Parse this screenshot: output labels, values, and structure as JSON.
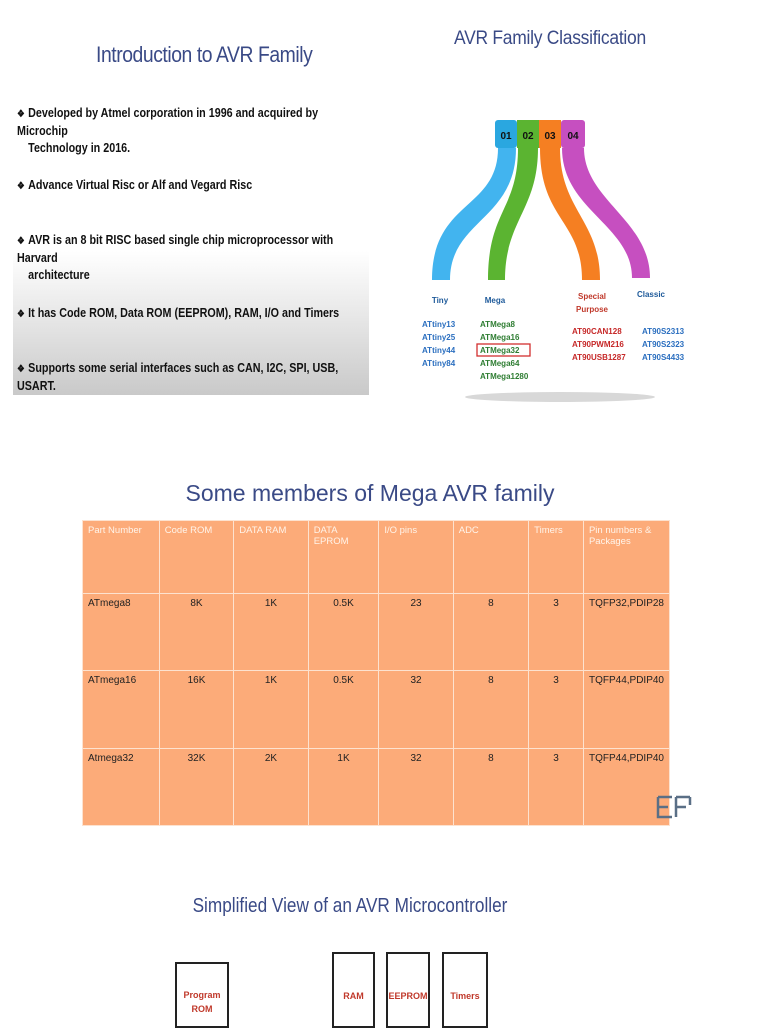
{
  "intro": {
    "title": "Introduction to AVR Family",
    "bullets": [
      {
        "line1": "Developed by Atmel corporation in 1996 and acquired by Microchip",
        "line2": "Technology in 2016."
      },
      {
        "line1": "Advance Virtual Risc or Alf and Vegard Risc",
        "line2": ""
      },
      {
        "line1": "AVR is an 8 bit RISC based single chip microprocessor with Harvard",
        "line2": "architecture"
      },
      {
        "line1": "It has Code ROM, Data ROM (EEPROM), RAM, I/O and Timers",
        "line2": ""
      },
      {
        "line1": "Supports some serial interfaces such as CAN, I2C, SPI, USB, USART.",
        "line2": ""
      }
    ]
  },
  "classification": {
    "title": "AVR Family Classification",
    "tabs": [
      "01",
      "02",
      "03",
      "04"
    ],
    "colors": {
      "tiny": "#42b4ef",
      "mega": "#5bb431",
      "special": "#f57f22",
      "classic": "#c64fc0",
      "tab_blue": "#2aa7e0"
    },
    "categories": {
      "tiny": {
        "label": "Tiny",
        "devices": [
          "ATtiny13",
          "ATtiny25",
          "ATtiny44",
          "ATtiny84"
        ]
      },
      "mega": {
        "label": "Mega",
        "devices": [
          "ATMega8",
          "ATMega16",
          "ATMega32",
          "ATMega64",
          "ATMega1280"
        ]
      },
      "special": {
        "label1": "Special",
        "label2": "Purpose",
        "devices": [
          "AT90CAN128",
          "AT90PWM216",
          "AT90USB1287"
        ]
      },
      "classic": {
        "label": "Classic",
        "devices": [
          "AT90S2313",
          "AT90S2323",
          "AT90S4433"
        ]
      }
    }
  },
  "mega_table": {
    "title": "Some members of Mega AVR family",
    "headers": [
      "Part Number",
      "Code ROM",
      "DATA RAM",
      "DATA EPROM",
      "I/O pins",
      "ADC",
      "Timers",
      "Pin numbers & Packages"
    ],
    "rows": [
      [
        "ATmega8",
        "8K",
        "1K",
        "0.5K",
        "23",
        "8",
        "3",
        "TQFP32,PDIP28"
      ],
      [
        "ATmega16",
        "16K",
        "1K",
        "0.5K",
        "32",
        "8",
        "3",
        "TQFP44,PDIP40"
      ],
      [
        "Atmega32",
        "32K",
        "2K",
        "1K",
        "32",
        "8",
        "3",
        "TQFP44,PDIP40"
      ]
    ]
  },
  "simplified": {
    "title": "Simplified View of an AVR Microcontroller",
    "blocks": {
      "program_rom_1": "Program",
      "program_rom_2": "ROM",
      "ram": "RAM",
      "eeprom": "EEPROM",
      "timers": "Timers"
    }
  }
}
